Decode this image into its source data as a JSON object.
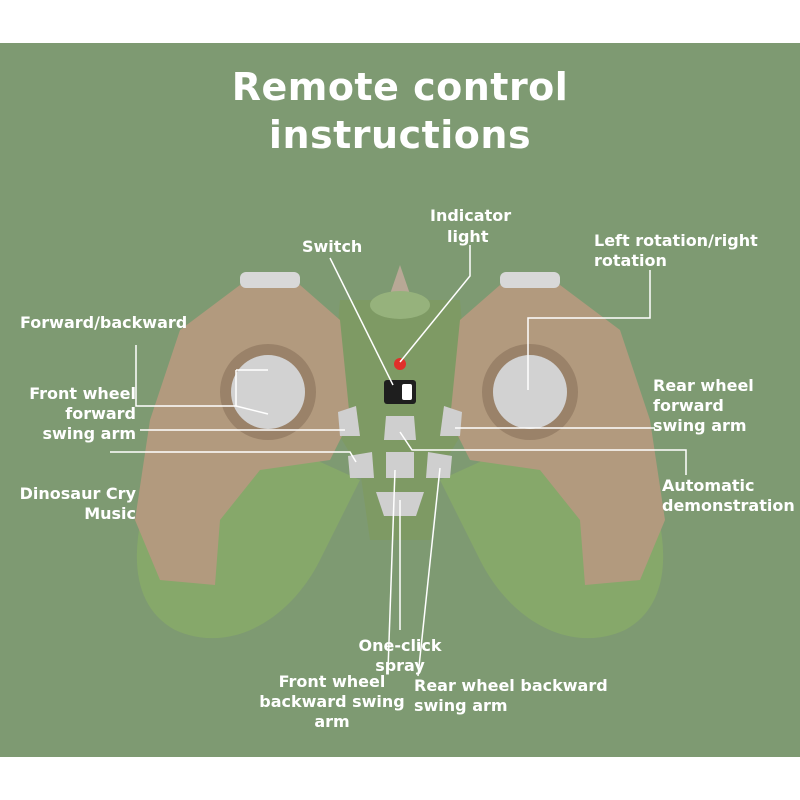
{
  "title": {
    "line1": "Remote control",
    "line2": "instructions"
  },
  "labels": {
    "indicator_light": [
      "Indicator",
      "light"
    ],
    "switch": "Switch",
    "left_right_rotation": [
      "Left rotation/right",
      "rotation"
    ],
    "forward_backward": "Forward/backward",
    "front_wheel_forward_swing_arm": [
      "Front wheel",
      "forward",
      "swing arm"
    ],
    "rear_wheel_forward_swing_arm": [
      "Rear wheel",
      "forward",
      "swing arm"
    ],
    "dinosaur_cry_music": [
      "Dinosaur Cry",
      "Music"
    ],
    "automatic_demonstration": [
      "Automatic",
      "demonstration"
    ],
    "one_click_spray": [
      "One-click",
      "spray"
    ],
    "front_wheel_backward_swing_arm": [
      "Front wheel",
      "backward swing",
      "arm"
    ],
    "rear_wheel_backward_swing_arm": [
      "Rear wheel backward",
      "swing arm"
    ]
  },
  "colors": {
    "background": "#7e9a72",
    "frame": "#ffffff",
    "controller_shell": "#b29a7e",
    "controller_grip": "#86a86a",
    "button": "#cfcfcf",
    "indicator_led": "#e0302a",
    "text": "#ffffff"
  }
}
